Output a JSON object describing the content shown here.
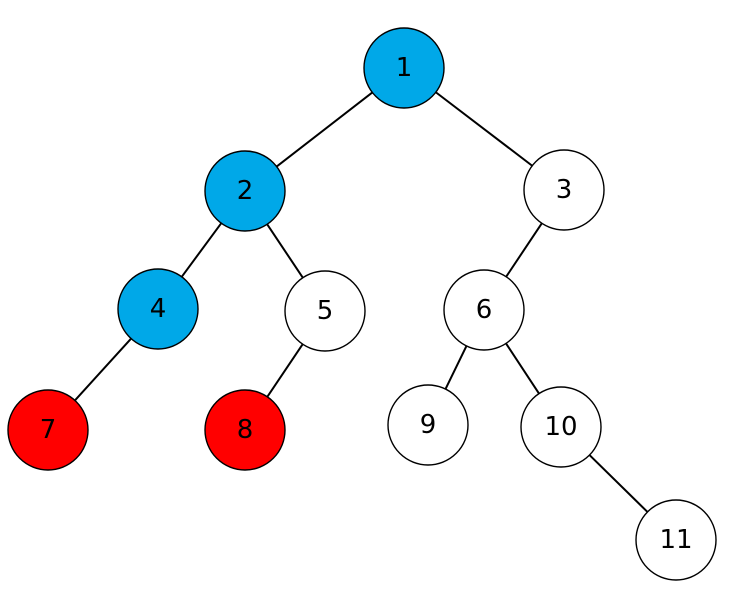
{
  "colors": {
    "highlight_blue": "#00A8E8",
    "highlight_red": "#FF0000",
    "default_fill": "#FFFFFF",
    "stroke": "#000000"
  },
  "tree": {
    "nodes": [
      {
        "id": "1",
        "label": "1",
        "fill": "highlight_blue"
      },
      {
        "id": "2",
        "label": "2",
        "fill": "highlight_blue"
      },
      {
        "id": "3",
        "label": "3",
        "fill": "default_fill"
      },
      {
        "id": "4",
        "label": "4",
        "fill": "highlight_blue"
      },
      {
        "id": "5",
        "label": "5",
        "fill": "default_fill"
      },
      {
        "id": "6",
        "label": "6",
        "fill": "default_fill"
      },
      {
        "id": "7",
        "label": "7",
        "fill": "highlight_red"
      },
      {
        "id": "8",
        "label": "8",
        "fill": "highlight_red"
      },
      {
        "id": "9",
        "label": "9",
        "fill": "default_fill"
      },
      {
        "id": "10",
        "label": "10",
        "fill": "default_fill"
      },
      {
        "id": "11",
        "label": "11",
        "fill": "default_fill"
      }
    ],
    "edges": [
      [
        "1",
        "2"
      ],
      [
        "1",
        "3"
      ],
      [
        "2",
        "4"
      ],
      [
        "2",
        "5"
      ],
      [
        "3",
        "6"
      ],
      [
        "4",
        "7"
      ],
      [
        "5",
        "8"
      ],
      [
        "6",
        "9"
      ],
      [
        "6",
        "10"
      ],
      [
        "10",
        "11"
      ]
    ]
  }
}
